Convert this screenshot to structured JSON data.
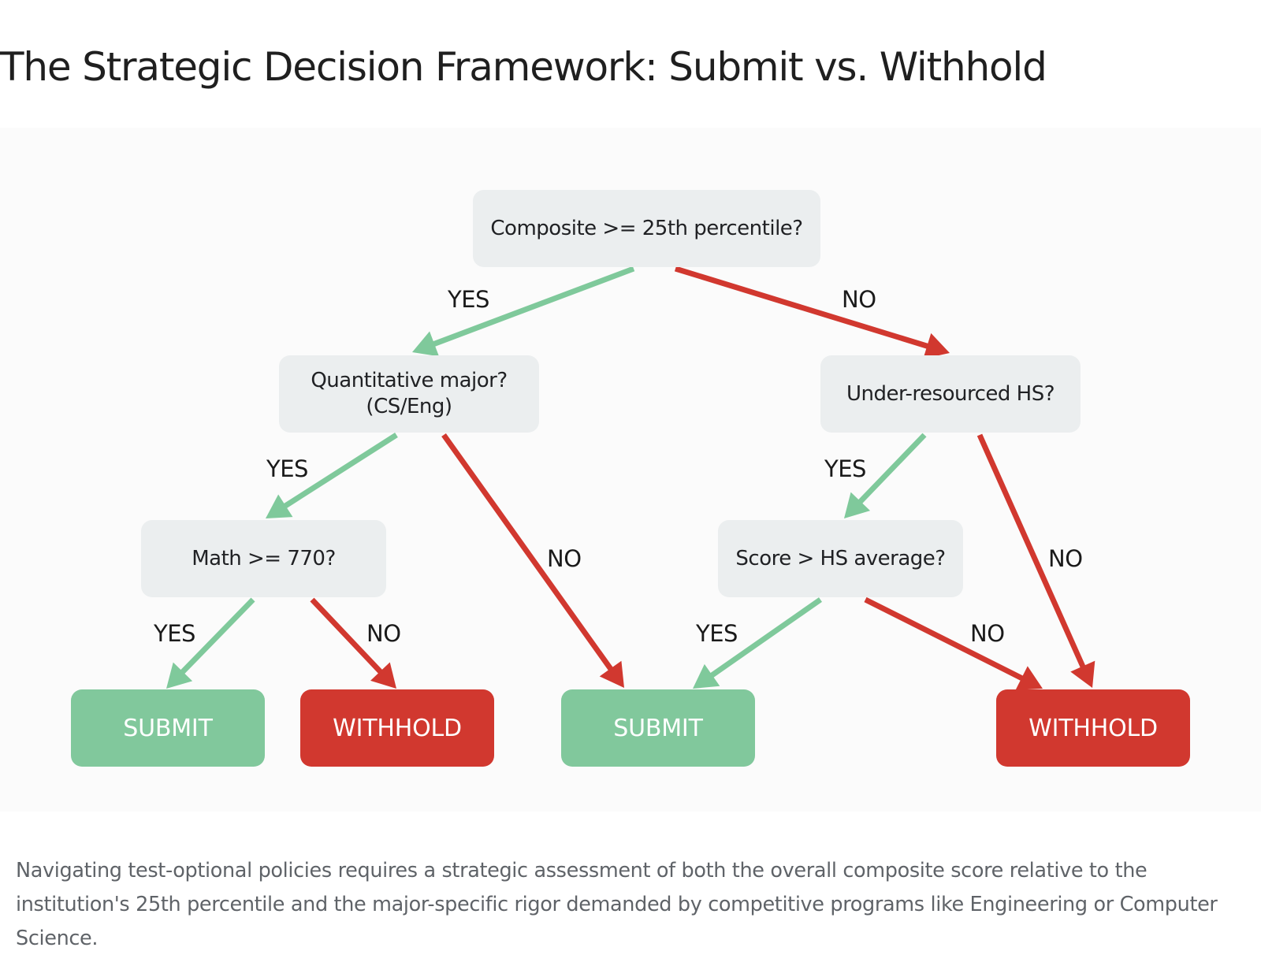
{
  "title": "The Strategic Decision Framework: Submit vs. Withhold",
  "colors": {
    "yes_arrow": "#7fc99b",
    "no_arrow": "#d1382f",
    "submit_box": "#81c89c",
    "withhold_box": "#d1382f",
    "question_box": "#ebeeef"
  },
  "flowchart": {
    "nodes": {
      "composite": "Composite >= 25th percentile?",
      "quant": "Quantitative major?\n(CS/Eng)",
      "underres": "Under-resourced HS?",
      "math": "Math >= 770?",
      "score_hs": "Score > HS average?",
      "submit_1": "SUBMIT",
      "withhold_1": "WITHHOLD",
      "submit_2": "SUBMIT",
      "withhold_2": "WITHHOLD"
    },
    "edges": [
      {
        "from": "composite",
        "to": "quant",
        "label": "YES",
        "kind": "yes"
      },
      {
        "from": "composite",
        "to": "underres",
        "label": "NO",
        "kind": "no"
      },
      {
        "from": "quant",
        "to": "math",
        "label": "YES",
        "kind": "yes"
      },
      {
        "from": "quant",
        "to": "submit_2",
        "label": "NO",
        "kind": "no"
      },
      {
        "from": "underres",
        "to": "score_hs",
        "label": "YES",
        "kind": "yes"
      },
      {
        "from": "underres",
        "to": "withhold_2",
        "label": "NO",
        "kind": "no"
      },
      {
        "from": "math",
        "to": "submit_1",
        "label": "YES",
        "kind": "yes"
      },
      {
        "from": "math",
        "to": "withhold_1",
        "label": "NO",
        "kind": "no"
      },
      {
        "from": "score_hs",
        "to": "submit_2",
        "label": "YES",
        "kind": "yes"
      },
      {
        "from": "score_hs",
        "to": "withhold_2",
        "label": "NO",
        "kind": "no"
      }
    ]
  },
  "caption": "Navigating test-optional policies requires a strategic assessment of both the overall composite score relative to the institution's 25th percentile and the major-specific rigor demanded by competitive programs like Engineering or Computer Science."
}
